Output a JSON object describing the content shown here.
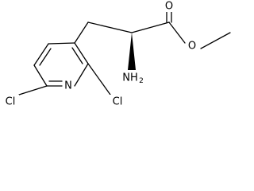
{
  "molecule": {
    "atoms": {
      "carbonyl_oxygen": "O",
      "ester_oxygen": "O",
      "amine": "NH",
      "amine_subscript": "2",
      "ring_nitrogen": "N",
      "chlorine_left": "Cl",
      "chlorine_right": "Cl"
    },
    "colors": {
      "bond": "#000000",
      "label": "#000000",
      "background": "#ffffff"
    }
  }
}
